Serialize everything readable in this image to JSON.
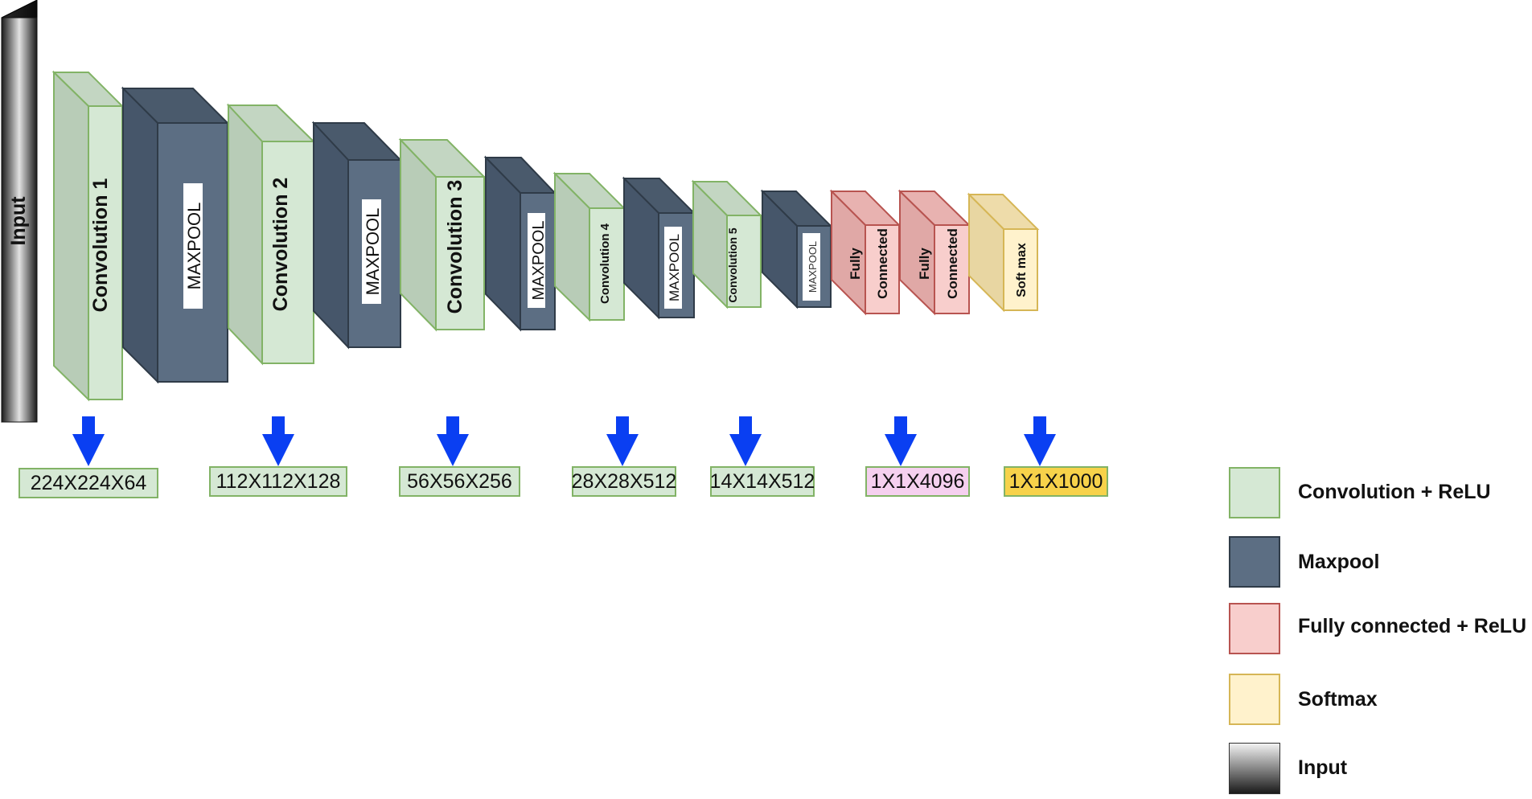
{
  "colors": {
    "conv_front": "#d5e8d4",
    "conv_side": "#c3d6c2",
    "conv_stroke": "#82b366",
    "pool_front": "#5c6e83",
    "pool_side": "#4a5a6c",
    "pool_stroke": "#2f3b48",
    "fc_front": "#f8cecc",
    "fc_side": "#e8b2b0",
    "fc_stroke": "#b85450",
    "softmax_front": "#fff2cc",
    "softmax_side": "#eedcaa",
    "softmax_stroke": "#d6b656",
    "arrow": "#0a3ff2",
    "dim_conv_bg": "#d5e8d4",
    "dim_fc_bg": "#f5d0ef",
    "dim_softmax_bg": "#f7d24a"
  },
  "layers": {
    "input": "Input",
    "conv1": "Convolution 1",
    "pool1": "MAXPOOL",
    "conv2": "Convolution 2",
    "pool2": "MAXPOOL",
    "conv3": "Convolution 3",
    "pool3": "MAXPOOL",
    "conv4": "Convolution 4",
    "pool4": "MAXPOOL",
    "conv5": "Convolution 5",
    "pool5": "MAXPOOL",
    "fc1_line1": "Fully",
    "fc1_line2": "Connected",
    "fc2_line1": "Fully",
    "fc2_line2": "Connected",
    "softmax": "Soft max"
  },
  "dimensions": [
    "224X224X64",
    "112X112X128",
    "56X56X256",
    "28X28X512",
    "14X14X512",
    "1X1X4096",
    "1X1X1000"
  ],
  "legend": {
    "conv": "Convolution + ReLU",
    "maxpool": "Maxpool",
    "fc": "Fully connected + ReLU",
    "softmax": "Softmax",
    "input": "Input"
  }
}
